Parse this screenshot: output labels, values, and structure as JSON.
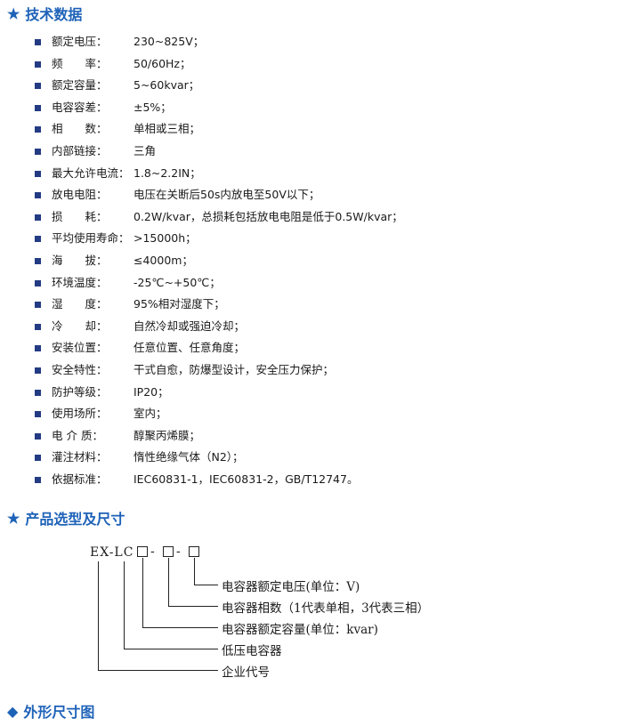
{
  "sections": {
    "tech": {
      "icon": "star-icon",
      "title": "技术数据"
    },
    "model": {
      "icon": "star-icon",
      "title": "产品选型及尺寸"
    },
    "dims": {
      "icon": "diamond-icon",
      "title": "外形尺寸图"
    }
  },
  "specs": [
    {
      "label": "额定电压：",
      "value": "230~825V；"
    },
    {
      "label": "频　　率：",
      "value": "50/60Hz；"
    },
    {
      "label": "额定容量：",
      "value": "5~60kvar；"
    },
    {
      "label": "电容容差：",
      "value": "±5%；"
    },
    {
      "label": "相　　数：",
      "value": "单相或三相；"
    },
    {
      "label": "内部链接：",
      "value": "三角"
    },
    {
      "label": "最大允许电流：",
      "value": "1.8~2.2IN；"
    },
    {
      "label": "放电电阻：",
      "value": "电压在关断后50s内放电至50V以下；"
    },
    {
      "label": "损　　耗：",
      "value": "0.2W/kvar，总损耗包括放电电阻是低于0.5W/kvar；"
    },
    {
      "label": "平均使用寿命：",
      "value": ">15000h；"
    },
    {
      "label": "海　　拔：",
      "value": "≤4000m；"
    },
    {
      "label": "环境温度：",
      "value": "-25℃~+50℃；"
    },
    {
      "label": "湿　　度：",
      "value": "95%相对湿度下；"
    },
    {
      "label": "冷　　却：",
      "value": "自然冷却或强迫冷却；"
    },
    {
      "label": "安装位置：",
      "value": "任意位置、任意角度；"
    },
    {
      "label": "安全特性：",
      "value": "干式自愈，防爆型设计，安全压力保护；"
    },
    {
      "label": "防护等级：",
      "value": "IP20；"
    },
    {
      "label": "使用场所：",
      "value": "室内；"
    },
    {
      "label": "电 介 质：",
      "value": "醇聚丙烯膜；"
    },
    {
      "label": "灌注材料：",
      "value": "惰性绝缘气体（N2）；"
    },
    {
      "label": "依据标准：",
      "value": "IEC60831-1，IEC60831-2，GB/T12747。"
    }
  ],
  "model": {
    "code": "EX-LC",
    "dash": "-",
    "descriptions": [
      "电容器额定电压(单位：V)",
      "电容器相数（1代表单相，3代表三相）",
      "电容器额定容量(单位：kvar)",
      "低压电容器",
      "企业代号"
    ]
  },
  "colors": {
    "accent": "#1e62b8",
    "bullet": "#233b83"
  }
}
